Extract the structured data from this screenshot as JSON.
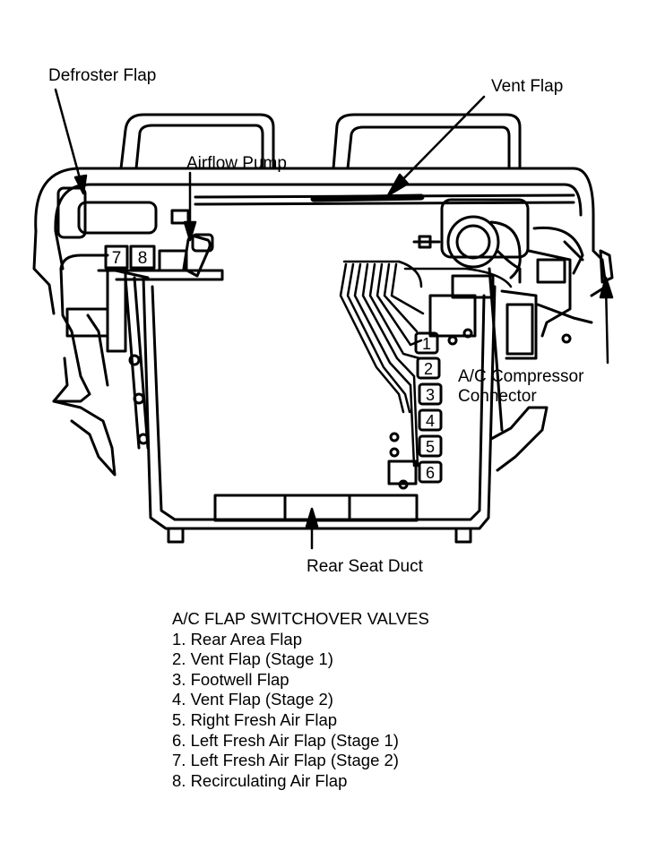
{
  "labels": {
    "defroster_flap": "Defroster Flap",
    "vent_flap": "Vent Flap",
    "airflow_pump": "Airflow Pump",
    "ac_compressor_connector_line1": "A/C Compressor",
    "ac_compressor_connector_line2": "Connector",
    "rear_seat_duct": "Rear Seat Duct"
  },
  "valve_numbers": {
    "v1": "1",
    "v2": "2",
    "v3": "3",
    "v4": "4",
    "v5": "5",
    "v6": "6",
    "v7": "7",
    "v8": "8"
  },
  "legend": {
    "title": "A/C FLAP SWITCHOVER VALVES",
    "items": [
      "1. Rear Area Flap",
      "2. Vent Flap (Stage 1)",
      "3. Footwell Flap",
      "4. Vent Flap (Stage 2)",
      "5. Right Fresh Air Flap",
      "6. Left Fresh Air Flap (Stage 1)",
      "7. Left Fresh Air Flap (Stage 2)",
      "8. Recirculating Air Flap"
    ]
  }
}
